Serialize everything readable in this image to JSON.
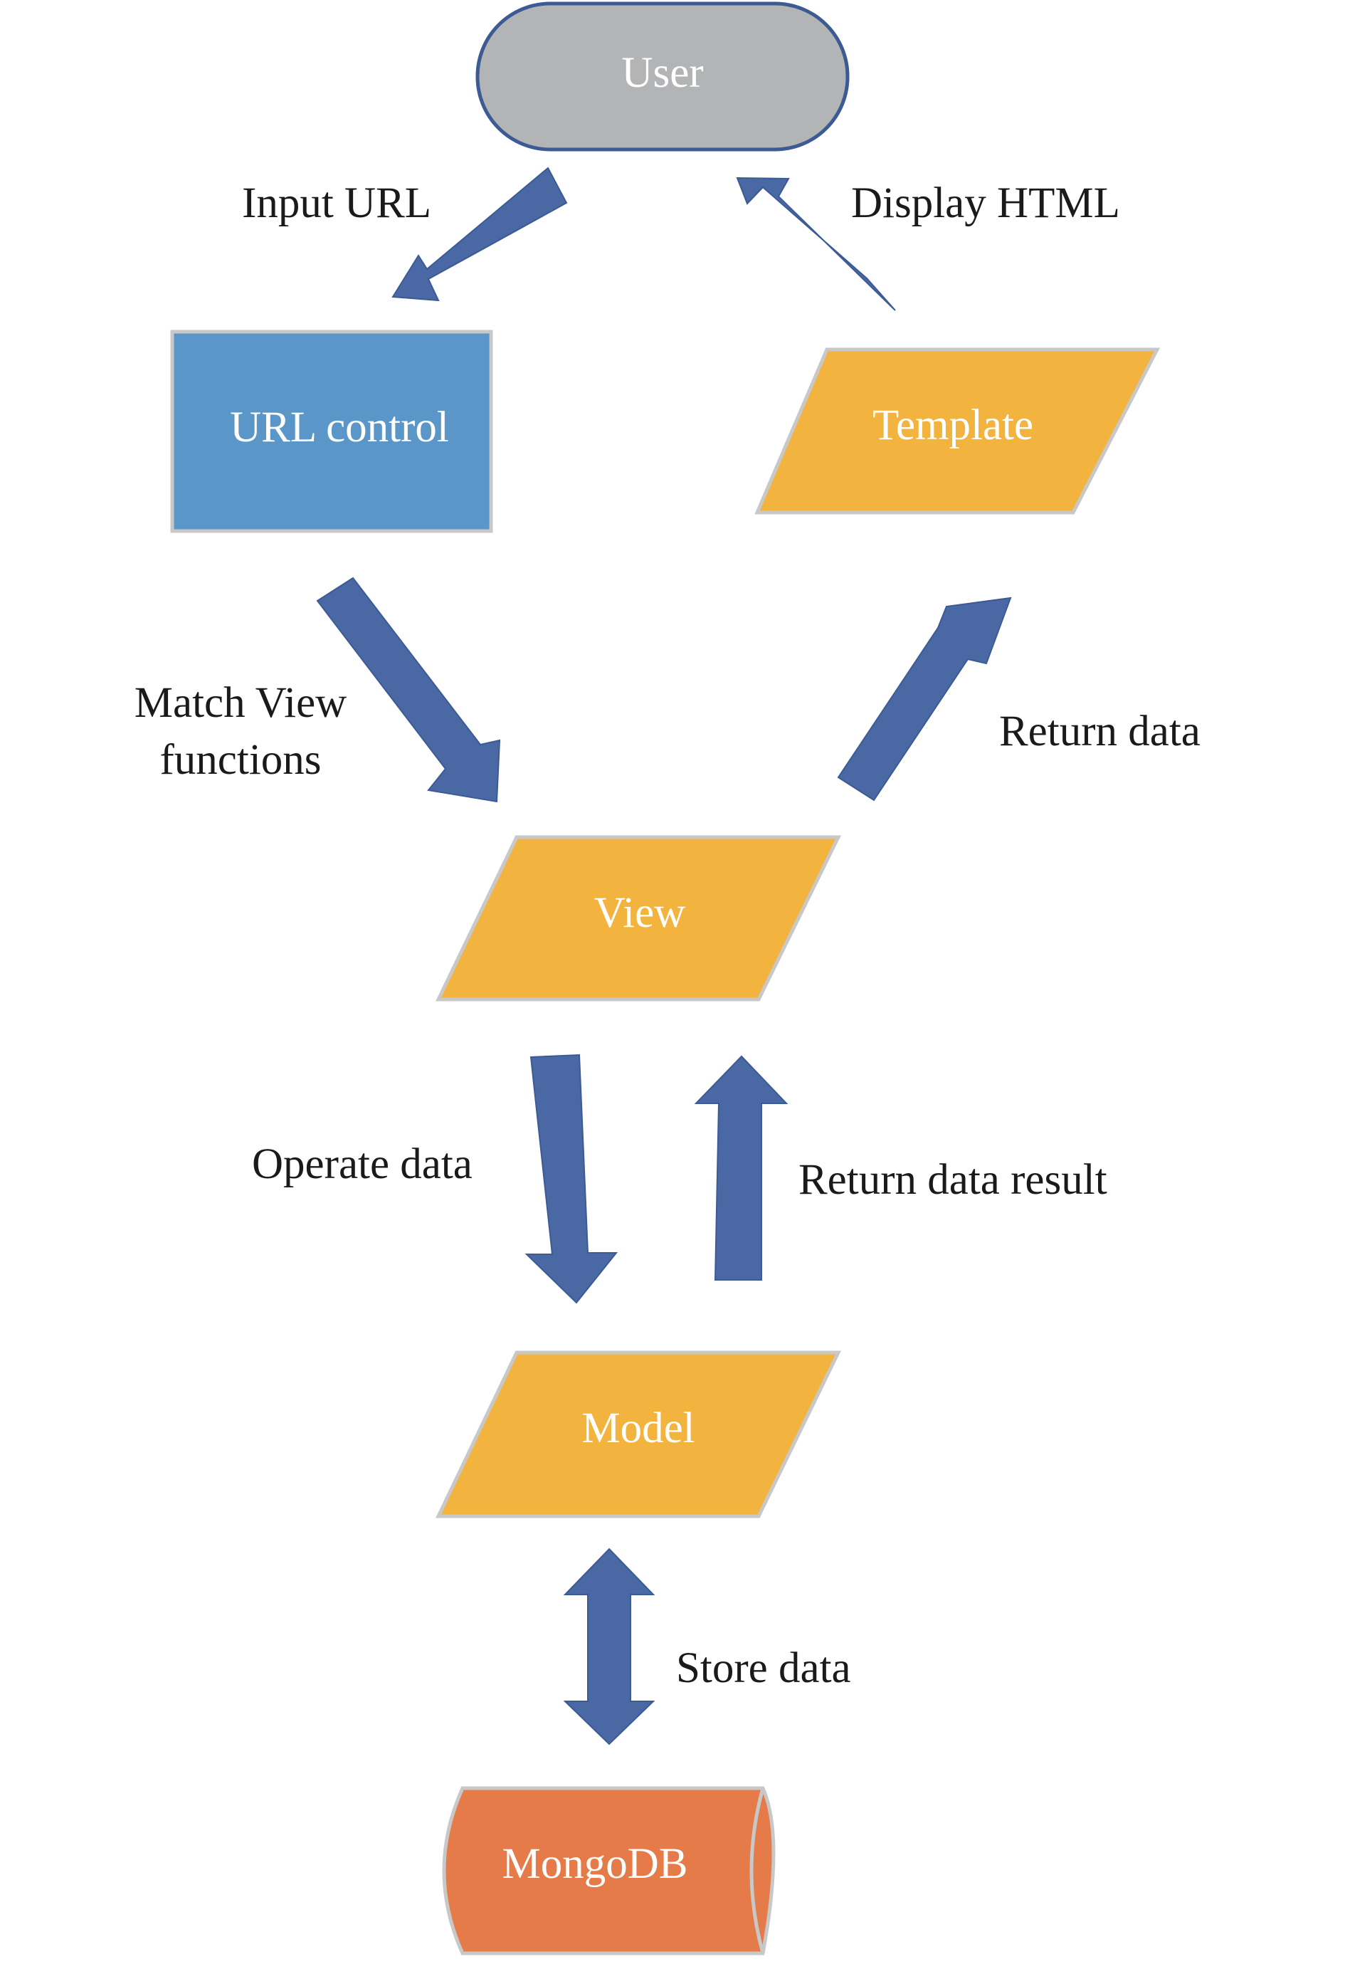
{
  "colors": {
    "arrow": "#4a69a4",
    "arrow_edge": "#3c5a94",
    "user_fill": "#b3b4b6",
    "user_stroke": "#3c5a94",
    "url_control_fill": "#5b96c8",
    "process_fill": "#f3b33f",
    "db_fill": "#e47b48",
    "shape_stroke": "#c8c8c8",
    "label_text": "#ffffff",
    "edge_text": "#1a1a1a"
  },
  "nodes": {
    "user": {
      "label": "User",
      "shape": "terminator"
    },
    "url_control": {
      "label": "URL control",
      "shape": "rectangle"
    },
    "template": {
      "label": "Template",
      "shape": "parallelogram"
    },
    "view": {
      "label": "View",
      "shape": "parallelogram"
    },
    "model": {
      "label": "Model",
      "shape": "parallelogram"
    },
    "mongodb": {
      "label": "MongoDB",
      "shape": "cylinder"
    }
  },
  "edges": {
    "input_url": {
      "from": "user",
      "to": "url_control",
      "label": "Input URL"
    },
    "display_html": {
      "from": "template",
      "to": "user",
      "label": "Display HTML"
    },
    "match_view": {
      "from": "url_control",
      "to": "view",
      "label_line1": "Match View",
      "label_line2": "functions"
    },
    "return_data": {
      "from": "view",
      "to": "template",
      "label": "Return data"
    },
    "operate_data": {
      "from": "view",
      "to": "model",
      "label": "Operate data"
    },
    "return_data_result": {
      "from": "model",
      "to": "view",
      "label": "Return data result"
    },
    "store_data": {
      "from": "model",
      "to": "mongodb",
      "label": "Store data",
      "bidirectional": true
    }
  }
}
